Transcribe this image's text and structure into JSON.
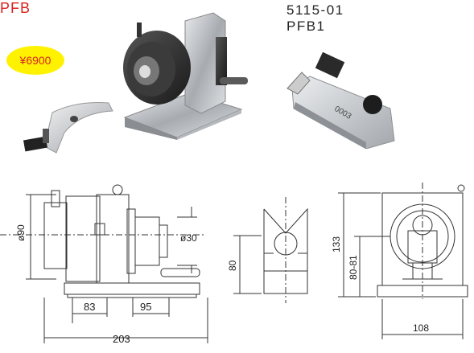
{
  "header": {
    "model_main": "PFB",
    "price": "¥6900",
    "model_code": "5115-01",
    "model_accessory": "PFB1"
  },
  "drawing_front": {
    "dim_height": "ø90",
    "dim_shaft": "ø30",
    "dim_a": "83",
    "dim_b": "95",
    "dim_total": "203"
  },
  "drawing_vblock": {
    "dim_height": "80"
  },
  "drawing_side": {
    "dim_height": "133",
    "dim_center": "80-81",
    "dim_width": "108"
  }
}
